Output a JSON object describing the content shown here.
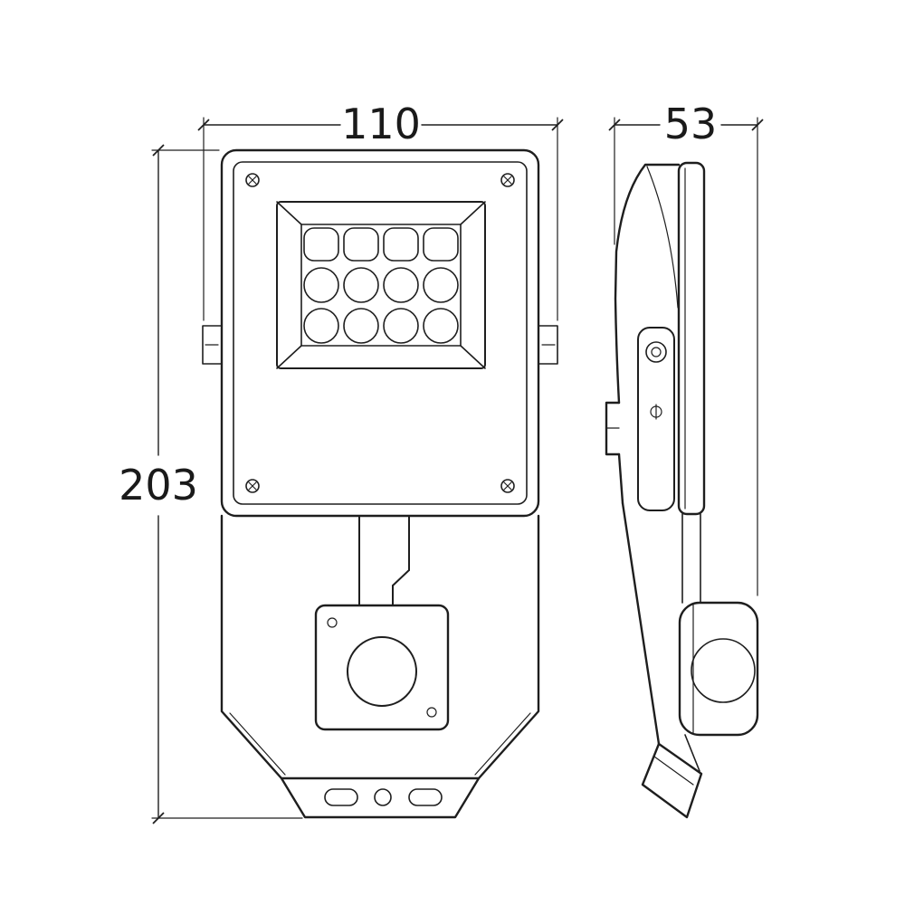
{
  "colors": {
    "background": "#ffffff",
    "line": "#1e1e1e",
    "text": "#1a1a1a"
  },
  "dimensions": {
    "width_mm": "110",
    "height_mm": "203",
    "depth_mm": "53"
  },
  "views": {
    "front": {
      "led_columns": 4,
      "led_rows": 3,
      "corner_screws": 4,
      "sensor": "pir-circular"
    },
    "side": {
      "bracket": true,
      "sensor_bump": true
    }
  }
}
